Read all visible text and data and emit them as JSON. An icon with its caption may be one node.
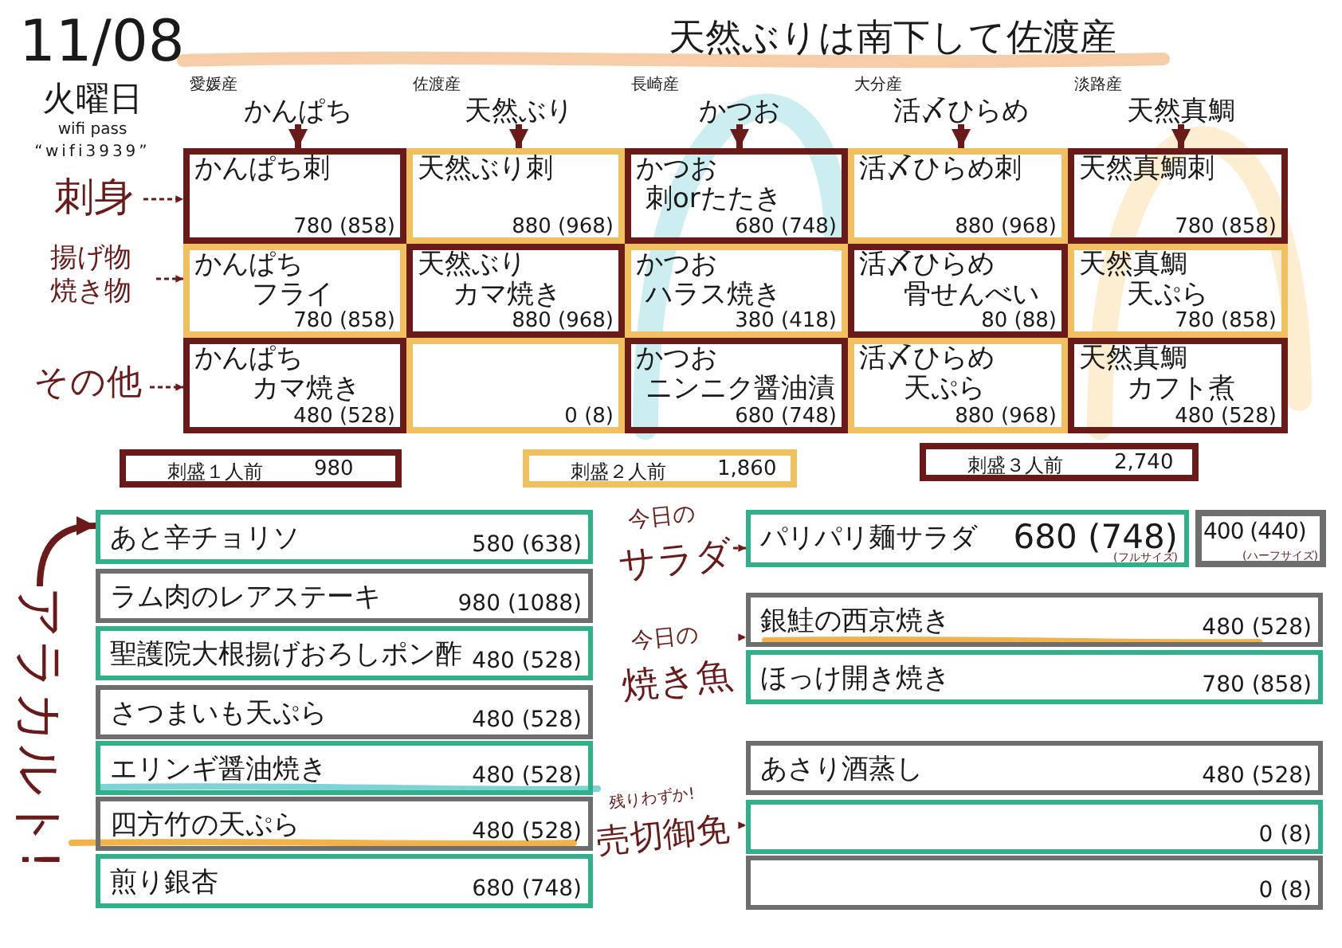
{
  "diagram": {
    "title": "天然ぶりは南下して佐渡産",
    "nodes": [
      {
        "text": [
          "かんぱち"
        ],
        "beside": [
          "愛媛産"
        ]
      },
      {
        "text": [
          "天然ぶり"
        ],
        "beside": [
          "佐渡産"
        ]
      },
      {
        "text": [
          "かつお"
        ],
        "beside": [
          "長崎産"
        ]
      },
      {
        "text": [
          "活〆ひらめ"
        ],
        "beside": [
          "大分産"
        ]
      },
      {
        "text": [
          "天然真鯛"
        ],
        "beside": [
          "淡路産"
        ]
      },
      {
        "text": [
          "刺身"
        ]
      },
      {
        "text": [
          "揚げ物焼き物"
        ]
      },
      {
        "text": [
          "その他"
        ]
      },
      {
        "text": [
          "かんぱち刺",
          "780 (858)"
        ]
      },
      {
        "text": [
          "天然ぶり刺",
          "880 (968)"
        ]
      },
      {
        "text": [
          "かつお刺orたたき",
          "680 (748)"
        ]
      },
      {
        "text": [
          "活〆ひらめ刺",
          "880 (968)"
        ]
      },
      {
        "text": [
          "天然真鯛刺",
          "780 (858)"
        ]
      },
      {
        "text": [
          "かんぱちフライ",
          "780 (858)"
        ]
      },
      {
        "text": [
          "天然ぶりカマ焼き",
          "880 (968)"
        ]
      },
      {
        "text": [
          "かつおハラス焼き",
          "380 (418)"
        ]
      },
      {
        "text": [
          "活〆ひらめ骨せんべい",
          "80 (88)"
        ]
      },
      {
        "text": [
          "天然真鯛天ぷら",
          "780 (858)"
        ]
      },
      {
        "text": [
          "かんぱちカマ焼き",
          "480 (528)"
        ]
      },
      {
        "text": [
          "0 (8)"
        ]
      },
      {
        "text": [
          "かつおニンニク醤油漬",
          "680 (748)"
        ]
      },
      {
        "text": [
          "活〆ひらめ天ぷら",
          "880 (968)"
        ]
      },
      {
        "text": [
          "天然真鯛カフト煮",
          "480 (528)"
        ]
      },
      {
        "text": [
          "刺盛１人前",
          "980"
        ]
      },
      {
        "text": [
          "刺盛２人前",
          "1,860"
        ]
      },
      {
        "text": [
          "刺盛３人前",
          "2,740"
        ]
      },
      {
        "text": [
          "アラカルト!"
        ]
      },
      {
        "text": [
          "あと辛チョリソ",
          "580 (638)"
        ]
      },
      {
        "text": [
          "ラム肉のレアステーキ",
          "980 (1088)"
        ]
      },
      {
        "text": [
          "聖護院大根揚げおろしポン酢",
          "480 (528)"
        ]
      },
      {
        "text": [
          "さつまいも天ぷら",
          "480 (528)"
        ]
      },
      {
        "text": [
          "エリンギ醤油焼き",
          "480 (528)"
        ]
      },
      {
        "text": [
          "四方竹の天ぷら",
          "480 (528)"
        ]
      },
      {
        "text": [
          "煎り銀杏",
          "680 (748)"
        ]
      },
      {
        "text": [
          "今日の",
          "サラダ"
        ]
      },
      {
        "text": [
          "パリパリ麺サラダ",
          "680 (748)",
          "(フルサイズ)"
        ]
      },
      {
        "text": [
          "400 (440)",
          "(ハーフサイズ)"
        ]
      },
      {
        "text": [
          "今日の",
          "焼き魚"
        ]
      },
      {
        "text": [
          "銀鮭の西京焼き",
          "480 (528)"
        ]
      },
      {
        "text": [
          "ほっけ開き焼き",
          "780 (858)"
        ]
      },
      {
        "text": [
          "残りわずか!",
          "売切御免"
        ]
      },
      {
        "text": [
          "あさり酒蒸し",
          "480 (528)"
        ]
      },
      {
        "text": [
          "0 (8)"
        ]
      },
      {
        "text": [
          "0 (8)"
        ]
      }
    ],
    "edges": [
      {
        "from": 0,
        "to": 8,
        "arrow": "to",
        "style": "thick"
      },
      {
        "from": 1,
        "to": 9,
        "arrow": "to",
        "style": "thick"
      },
      {
        "from": 2,
        "to": 10,
        "arrow": "to",
        "style": "thick"
      },
      {
        "from": 3,
        "to": 11,
        "arrow": "to",
        "style": "thick"
      },
      {
        "from": 4,
        "to": 12,
        "arrow": "to",
        "style": "thick"
      },
      {
        "from": 5,
        "to": 8,
        "arrow": "to",
        "style": "dashed"
      },
      {
        "from": 6,
        "to": 13,
        "arrow": "to",
        "style": "dashed"
      },
      {
        "from": 7,
        "to": 18,
        "arrow": "to",
        "style": "dashed"
      },
      {
        "from": 26,
        "to": 27,
        "arrow": "to",
        "style": "thick"
      },
      {
        "from": 34,
        "to": 35,
        "arrow": "to",
        "style": "dashed"
      },
      {
        "from": 37,
        "to": 38,
        "arrow": "to",
        "style": "dashed"
      },
      {
        "from": 40,
        "to": 42,
        "arrow": "to",
        "style": "dashed"
      }
    ],
    "labels": [
      "11/08",
      "火曜日",
      "wifi pass",
      "“wifi3939”"
    ]
  }
}
